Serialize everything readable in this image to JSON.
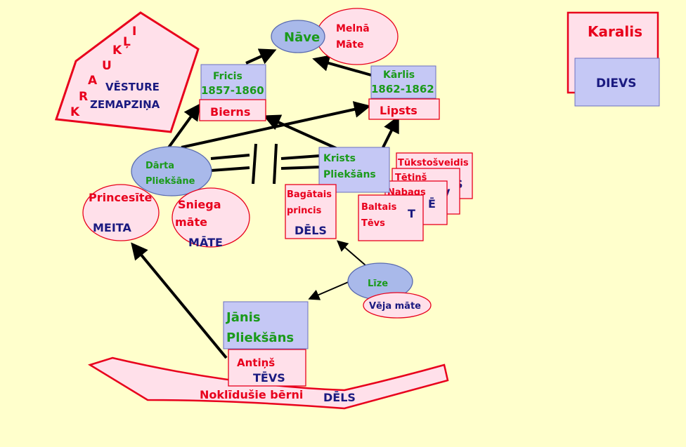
{
  "nodes": {
    "nave": "Nāve",
    "melna_mate_1": "Melnā",
    "melna_mate_2": "Māte",
    "karalis": "Karalis",
    "dievs": "DIEVS",
    "fricis_name": "Fricis",
    "fricis_years": "1857-1860",
    "bierns": "Bierns",
    "karlis_name": "Kārlis",
    "karlis_years": "1862-1862",
    "lipsts": "Lipsts",
    "darta_1": "Dārta",
    "darta_2": "Pliekšāne",
    "krists_1": "Krists",
    "krists_2": "Pliekšāns",
    "princesite": "Princesīte",
    "meita": "MEITA",
    "sniega_1": "Sniega",
    "sniega_2": "māte",
    "mate": "MĀTE",
    "bagatais_1": "Bagātais",
    "bagatais_2": "princis",
    "dels_1": "DĒLS",
    "tukstosveidis": "Tūkstošveidis",
    "tetins": "Tētiņš",
    "nabags": "Nabags",
    "baltais": "Baltais",
    "tevs_small": "Tēvs",
    "tevs_letter_t": "T",
    "tevs_letter_e": "Ē",
    "tevs_letter_v": "V",
    "tevs_letter_s": "S",
    "lize": "Līze",
    "veja_mate": "Vēja māte",
    "janis_1": "Jānis",
    "janis_2": "Pliekšāns",
    "antins": "Antiņš",
    "tevs": "TĒVS",
    "noklidusie": "Noklīdušie bērni",
    "dels_2": "DĒLS",
    "vesture": "VĒSTURE",
    "zemapzina": "ZEMAPZIŅA",
    "karukli_letters": [
      "K",
      "R",
      "A",
      "U",
      "K",
      "Ļ",
      "I"
    ]
  },
  "colors": {
    "background": "#ffffcc",
    "red": "#e8001c",
    "green": "#1a9a1a",
    "navy": "#1a1a80",
    "blue_fill": "#c5c8f5",
    "pink_fill": "#ffe0ea"
  }
}
